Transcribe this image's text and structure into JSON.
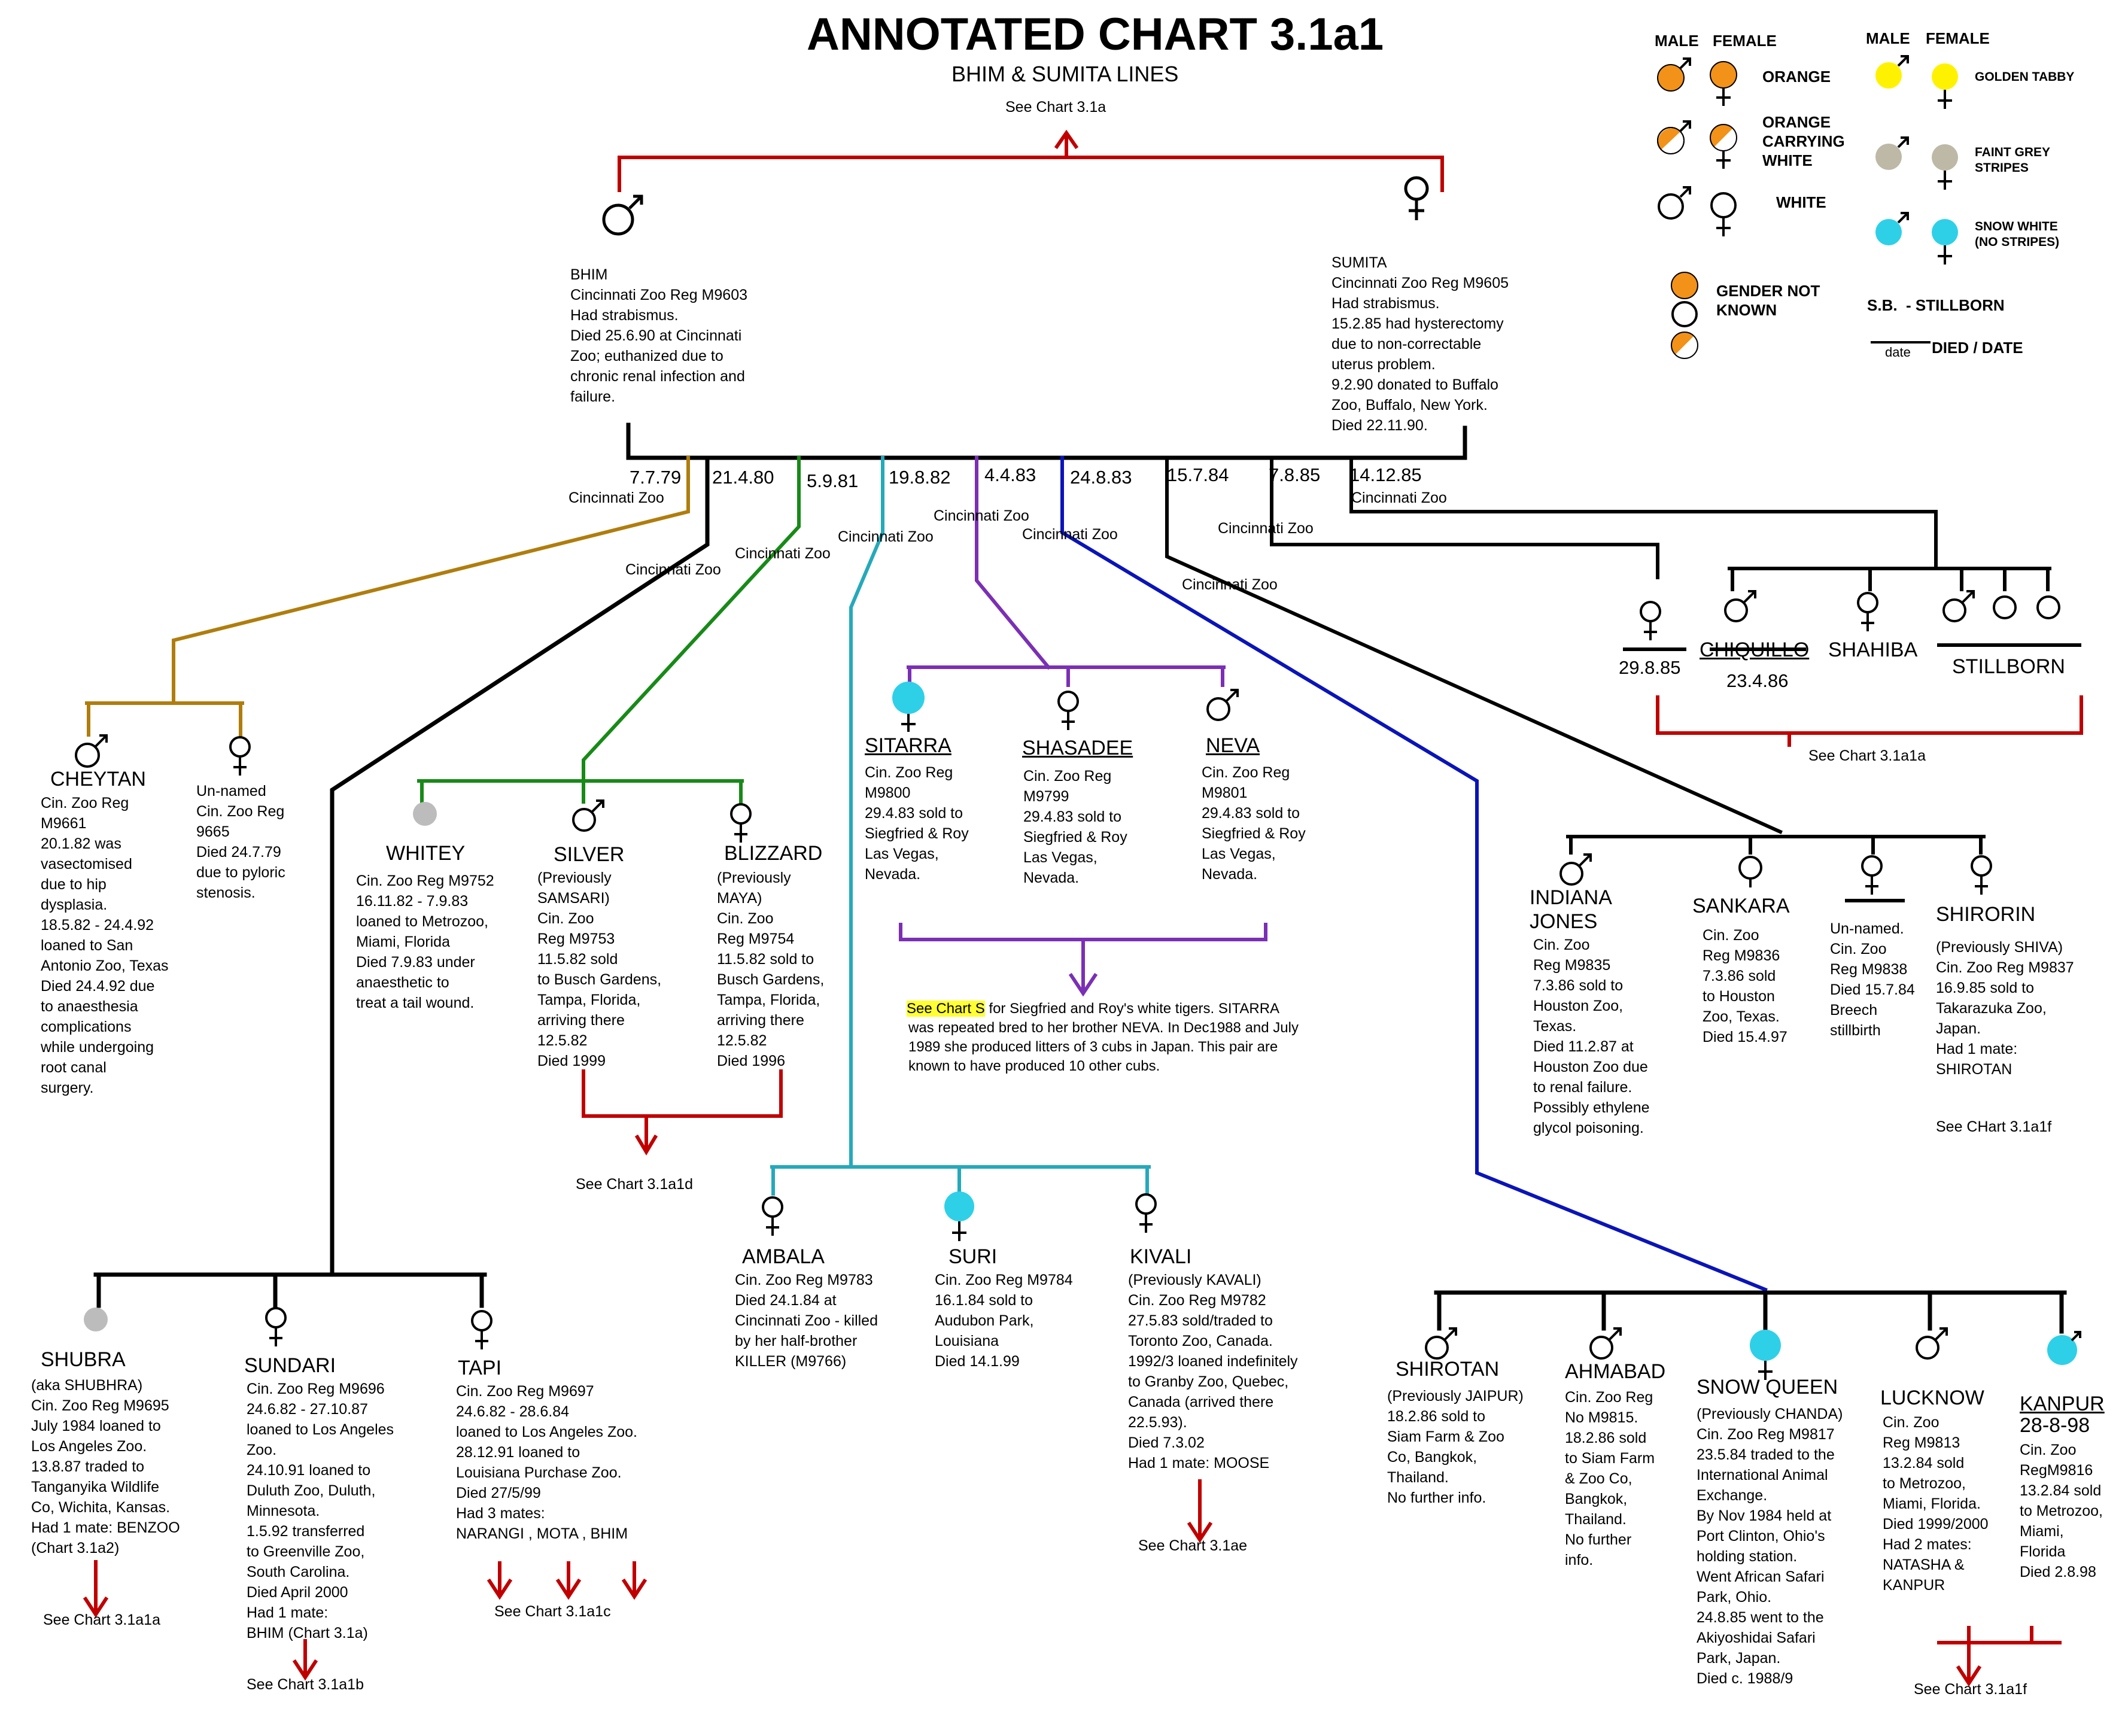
{
  "header": {
    "title": "ANNOTATED CHART 3.1a1",
    "subtitle": "BHIM & SUMITA LINES",
    "parent_ref": "See Chart 3.1a"
  },
  "colors": {
    "orange": "#f29218",
    "golden_tabby": "#fff200",
    "faint_grey": "#bdb9a6",
    "snow_white": "#2ed0e8",
    "grey_unknown": "#bcbcbc",
    "red_link": "#c00000",
    "brown_line": "#b07d0d",
    "green_line": "#178a17",
    "teal_line": "#25a9bb",
    "purple_line": "#7b2fb5",
    "blue_line": "#0a14b8",
    "highlight": "#ffff33"
  },
  "legend": {
    "male": "MALE",
    "female": "FEMALE",
    "orange": "ORANGE",
    "orange_carrying_white": "ORANGE\nCARRYING\nWHITE",
    "white": "WHITE",
    "gender_not_known": "GENDER NOT\nKNOWN",
    "golden_tabby": "GOLDEN TABBY",
    "faint_grey_stripes": "FAINT GREY\nSTRIPES",
    "snow_white": "SNOW WHITE\n(NO STRIPES)",
    "stillborn": "S.B.  - STILLBORN",
    "died_date": "DIED / DATE",
    "date_word": "date"
  },
  "parents": {
    "bhim": "BHIM\nCincinnati Zoo Reg M9603\nHad strabismus.\nDied 25.6.90 at Cincinnati\nZoo; euthanized due to\nchronic renal infection and\nfailure.",
    "sumita": "SUMITA\nCincinnati Zoo Reg M9605\nHad strabismus.\n15.2.85 had hysterectomy\ndue to non-correctable\nuterus problem.\n9.2.90 donated to Buffalo\nZoo, Buffalo, New York.\nDied 22.11.90."
  },
  "litters": {
    "l1_date": "7.7.79",
    "l1_place": "Cincinnati Zoo",
    "l2_date": "21.4.80",
    "l2_place": "Cincinnati Zoo",
    "l3_date": "5.9.81",
    "l3_place": "Cincinnati Zoo",
    "l4_date": "19.8.82",
    "l4_place": "Cincinnati Zoo",
    "l5_date": "4.4.83",
    "l5_place": "Cincinnati Zoo",
    "l6_date": "24.8.83",
    "l6_place": "Cincinnati Zoo",
    "l7_date": "15.7.84",
    "l7_place": "Cincinnati Zoo",
    "l8_date": "7.8.85",
    "l8_place": "Cincinnati Zoo",
    "l9_date": "14.12.85",
    "l9_place": "Cincinnati Zoo"
  },
  "cubs": {
    "cheytan_name": "CHEYTAN",
    "cheytan_info": "Cin. Zoo Reg\nM9661\n20.1.82 was\nvasectomised\ndue to hip\ndysplasia.\n18.5.82 - 24.4.92\nloaned to San\nAntonio Zoo, Texas\nDied 24.4.92 due\nto anaesthesia\ncomplications\nwhile undergoing\nroot canal\nsurgery.",
    "unnamed1_info": "Un-named\nCin. Zoo Reg\n9665\nDied 24.7.79\ndue to pyloric\nstenosis.",
    "whitey_name": "WHITEY",
    "whitey_info": "Cin. Zoo Reg M9752\n16.11.82 - 7.9.83\nloaned to Metrozoo,\nMiami, Florida\nDied 7.9.83 under\nanaesthetic to\ntreat a tail wound.",
    "silver_name": "SILVER",
    "silver_info": "(Previously\nSAMSARI)\nCin. Zoo\nReg M9753\n11.5.82 sold\nto Busch Gardens,\nTampa, Florida,\narriving there\n12.5.82\nDied 1999",
    "blizzard_name": "BLIZZARD",
    "blizzard_info": "(Previously\nMAYA)\nCin. Zoo\nReg M9754\n11.5.82 sold to\nBusch Gardens,\nTampa, Florida,\narriving there\n12.5.82\nDied 1996",
    "silver_ref": "See Chart 3.1a1d",
    "sitarra_name": "SITARRA",
    "sitarra_info": "Cin. Zoo Reg\nM9800\n29.4.83 sold to\nSiegfried & Roy\nLas Vegas,\nNevada.",
    "shasadee_name": "SHASADEE",
    "shasadee_info": "Cin. Zoo Reg\nM9799\n29.4.83 sold to\nSiegfried & Roy\nLas Vegas,\nNevada.",
    "neva_name": "NEVA",
    "neva_info": "Cin. Zoo Reg\nM9801\n29.4.83 sold to\nSiegfried & Roy\nLas Vegas,\nNevada.",
    "chart_s_link": "See Chart S",
    "chart_s_note_1": " for Siegfried and Roy's white tigers. SITARRA",
    "chart_s_note_2": "was repeated bred to her brother NEVA. In Dec1988 and July\n1989 she produced litters of 3 cubs in Japan. This pair are\nknown to have produced 10 other cubs.",
    "ambala_name": "AMBALA",
    "ambala_info": "Cin. Zoo Reg M9783\nDied 24.1.84 at\nCincinnati Zoo - killed\nby her half-brother\nKILLER (M9766)",
    "suri_name": "SURI",
    "suri_info": "Cin. Zoo Reg M9784\n16.1.84 sold to\nAudubon Park,\nLouisiana\nDied 14.1.99",
    "kivali_name": "KIVALI",
    "kivali_info": "(Previously KAVALI)\nCin. Zoo Reg M9782\n27.5.83 sold/traded to\nToronto Zoo, Canada.\n1992/3 loaned indefinitely\nto Granby Zoo, Quebec,\nCanada (arrived there\n22.5.93).\nDied 7.3.02\nHad 1 mate: MOOSE",
    "kivali_ref": "See Chart 3.1ae",
    "shubra_name": "SHUBRA",
    "shubra_info": "(aka SHUBHRA)\nCin. Zoo Reg M9695\nJuly 1984 loaned to\nLos Angeles Zoo.\n13.8.87 traded to\nTanganyika Wildlife\nCo, Wichita, Kansas.\nHad 1 mate: BENZOO\n(Chart 3.1a2)",
    "shubra_ref": "See Chart 3.1a1a",
    "sundari_name": "SUNDARI",
    "sundari_info": "Cin. Zoo Reg M9696\n24.6.82 - 27.10.87\nloaned to Los Angeles\nZoo.\n24.10.91 loaned to\nDuluth Zoo, Duluth,\nMinnesota.\n1.5.92 transferred\nto Greenville Zoo,\nSouth Carolina.\nDied April 2000\nHad 1 mate:\nBHIM (Chart 3.1a)",
    "sundari_ref": "See Chart 3.1a1b",
    "tapi_name": "TAPI",
    "tapi_info": "Cin. Zoo Reg M9697\n24.6.82 - 28.6.84\nloaned to Los Angeles Zoo.\n28.12.91 loaned to\nLouisiana Purchase Zoo.\nDied 27/5/99\nHad 3 mates:\nNARANGI , MOTA , BHIM",
    "tapi_ref": "See Chart 3.1a1c",
    "indiana_name": "INDIANA\nJONES",
    "indiana_info": "Cin. Zoo\nReg M9835\n7.3.86 sold to\nHouston Zoo,\nTexas.\nDied 11.2.87 at\nHouston Zoo due\nto renal failure.\nPossibly ethylene\nglycol poisoning.",
    "sankara_name": "SANKARA",
    "sankara_info": "Cin. Zoo\nReg M9836\n7.3.86 sold\nto Houston\nZoo, Texas.\nDied 15.4.97",
    "unnamed2_info": "Un-named.\nCin. Zoo\nReg M9838\nDied 15.7.84\nBreech\nstillbirth",
    "shirorin_name": "SHIRORIN",
    "shirorin_info": "(Previously SHIVA)\nCin. Zoo Reg M9837\n16.9.85 sold to\nTakarazuka Zoo,\nJapan.\nHad 1 mate:\nSHIROTAN",
    "shirorin_ref": "See CHart 3.1a1f",
    "died_2985": "29.8.85",
    "chiquillo_name": "CHIQUILLO",
    "chiquillo_died": "23.4.86",
    "shahiba_name": "SHAHIBA",
    "stillborn_label": "STILLBORN",
    "last_litter_ref": "See Chart 3.1a1a",
    "shirotan_name": "SHIROTAN",
    "shirotan_info": "(Previously JAIPUR)\n18.2.86 sold to\nSiam Farm & Zoo\nCo, Bangkok,\nThailand.\nNo further info.",
    "ahmabad_name": "AHMABAD",
    "ahmabad_info": "Cin. Zoo Reg\nNo M9815.\n18.2.86 sold\nto Siam Farm\n& Zoo Co,\nBangkok,\nThailand.\nNo further\ninfo.",
    "snowqueen_name": "SNOW QUEEN",
    "snowqueen_info": "(Previously CHANDA)\nCin. Zoo Reg M9817\n23.5.84 traded to the\nInternational Animal\nExchange.\nBy Nov 1984 held at\nPort Clinton, Ohio's\nholding station.\nWent African Safari\nPark, Ohio.\n24.8.85 went to the\nAkiyoshidai Safari\nPark, Japan.\nDied c. 1988/9",
    "lucknow_name": "LUCKNOW",
    "lucknow_info": "Cin. Zoo\nReg M9813\n13.2.84 sold\nto Metrozoo,\nMiami, Florida.\nDied 1999/2000\nHad 2 mates:\nNATASHA &\nKANPUR",
    "kanpur_name": "KANPUR",
    "kanpur_date": "28-8-98",
    "kanpur_info": "Cin. Zoo\nRegM9816\n13.2.84 sold\nto Metrozoo,\nMiami,\nFlorida\nDied 2.8.98",
    "lucknow_ref": "See Chart 3.1a1f"
  }
}
